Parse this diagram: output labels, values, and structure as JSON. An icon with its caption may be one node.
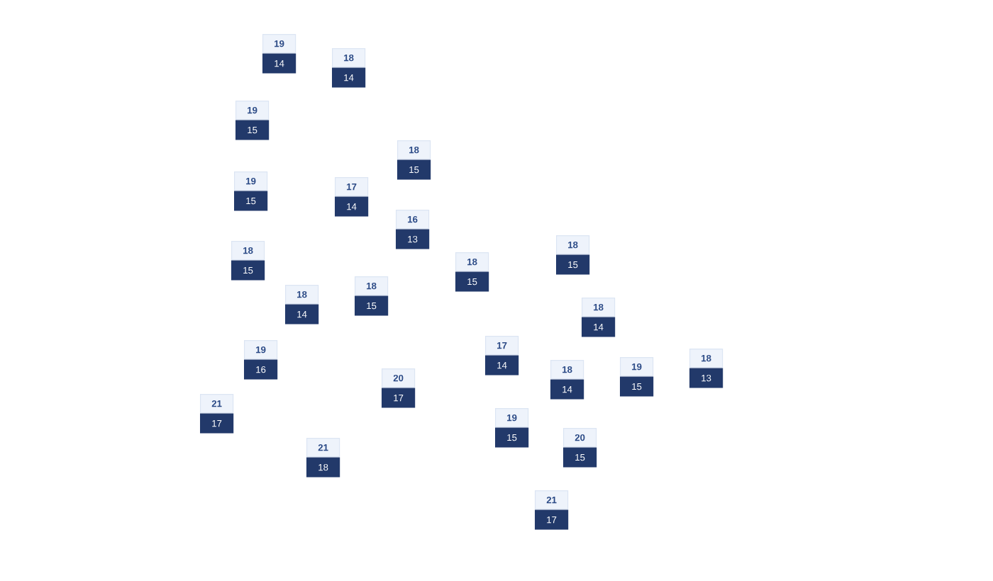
{
  "diagram": {
    "nodes": [
      {
        "text": [
          "19",
          "14"
        ]
      },
      {
        "text": [
          "18",
          "14"
        ]
      },
      {
        "text": [
          "19",
          "15"
        ]
      },
      {
        "text": [
          "18",
          "15"
        ]
      },
      {
        "text": [
          "19",
          "15"
        ]
      },
      {
        "text": [
          "17",
          "14"
        ]
      },
      {
        "text": [
          "16",
          "13"
        ]
      },
      {
        "text": [
          "18",
          "15"
        ]
      },
      {
        "text": [
          "18",
          "15"
        ]
      },
      {
        "text": [
          "18",
          "15"
        ]
      },
      {
        "text": [
          "18",
          "15"
        ]
      },
      {
        "text": [
          "18",
          "14"
        ]
      },
      {
        "text": [
          "18",
          "14"
        ]
      },
      {
        "text": [
          "17",
          "14"
        ]
      },
      {
        "text": [
          "19",
          "16"
        ]
      },
      {
        "text": [
          "18",
          "13"
        ]
      },
      {
        "text": [
          "19",
          "15"
        ]
      },
      {
        "text": [
          "18",
          "14"
        ]
      },
      {
        "text": [
          "20",
          "17"
        ]
      },
      {
        "text": [
          "21",
          "17"
        ]
      },
      {
        "text": [
          "19",
          "15"
        ]
      },
      {
        "text": [
          "20",
          "15"
        ]
      },
      {
        "text": [
          "21",
          "18"
        ]
      },
      {
        "text": [
          "21",
          "17"
        ]
      }
    ]
  }
}
